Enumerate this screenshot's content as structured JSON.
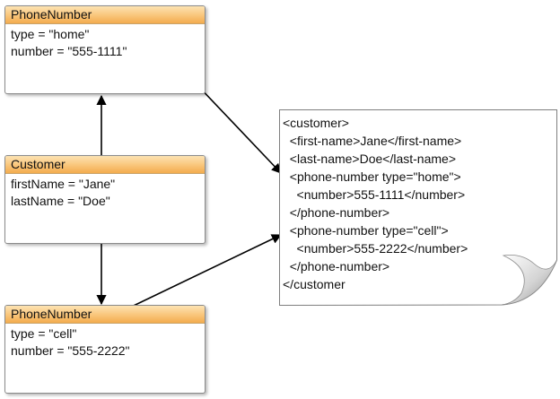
{
  "diagram": {
    "objects": [
      {
        "id": "phone-home",
        "title": "PhoneNumber",
        "fields": [
          "type = \"home\"",
          "number = \"555-1111\""
        ]
      },
      {
        "id": "customer",
        "title": "Customer",
        "fields": [
          "firstName = \"Jane\"",
          "lastName = \"Doe\""
        ]
      },
      {
        "id": "phone-cell",
        "title": "PhoneNumber",
        "fields": [
          "type = \"cell\"",
          "number = \"555-2222\""
        ]
      }
    ],
    "xml_lines": [
      "<customer>",
      "  <first-name>Jane</first-name>",
      "  <last-name>Doe</last-name>",
      "  <phone-number type=\"home\">",
      "    <number>555-1111</number>",
      "  </phone-number>",
      "  <phone-number type=\"cell\">",
      "    <number>555-2222</number>",
      "  </phone-number>",
      "</customer"
    ],
    "colors": {
      "header_top": "#fde3b3",
      "header_bottom": "#f3ab4e",
      "border": "#8a8a8a",
      "arrow": "#000000"
    }
  }
}
